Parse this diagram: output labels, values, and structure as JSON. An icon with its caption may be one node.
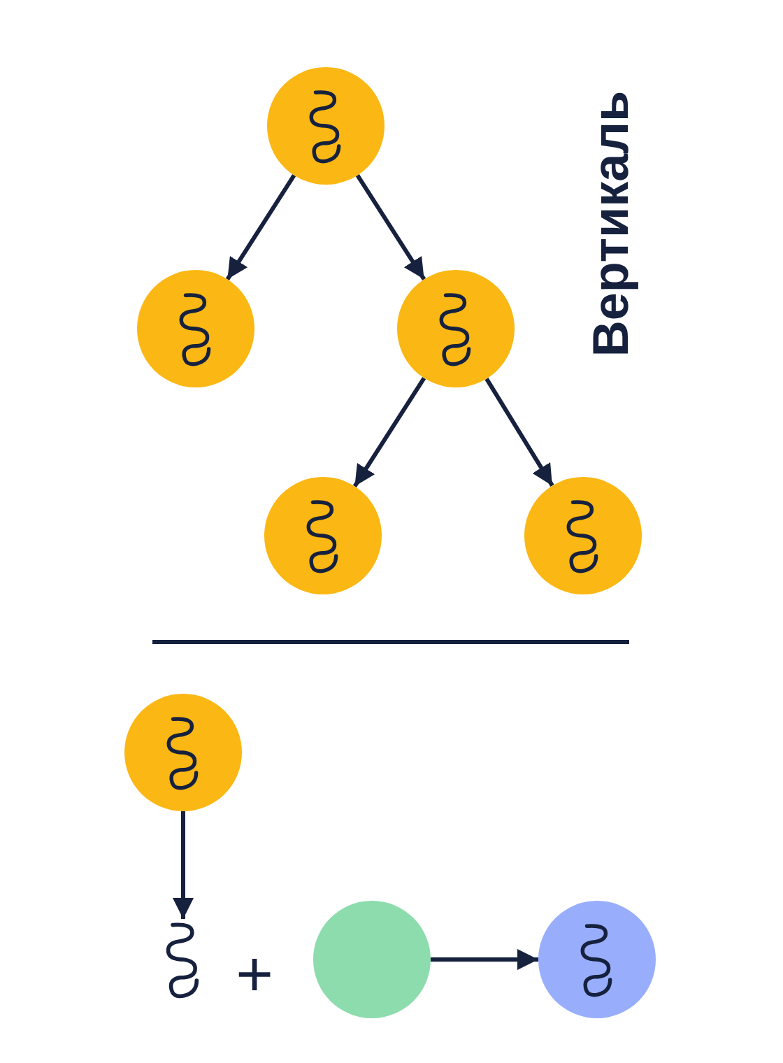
{
  "diagram": {
    "nodes": [
      {
        "text": [],
        "shape": "circle"
      },
      {
        "text": [],
        "shape": "circle"
      },
      {
        "text": [],
        "shape": "circle"
      },
      {
        "text": [],
        "shape": "circle"
      },
      {
        "text": [],
        "shape": "circle"
      },
      {
        "text": [],
        "shape": "circle"
      },
      {
        "text": [],
        "shape": "squiggle"
      },
      {
        "text": [],
        "shape": "circle"
      },
      {
        "text": [],
        "shape": "circle"
      }
    ],
    "edges": [
      {
        "from": 0,
        "to": 1,
        "arrow": "to"
      },
      {
        "from": 0,
        "to": 2,
        "arrow": "to"
      },
      {
        "from": 2,
        "to": 3,
        "arrow": "to"
      },
      {
        "from": 2,
        "to": 4,
        "arrow": "to"
      },
      {
        "from": 5,
        "to": 6,
        "arrow": "to"
      },
      {
        "from": 7,
        "to": 8,
        "arrow": "to"
      }
    ],
    "labels": [
      "Вертикаль",
      "+"
    ]
  }
}
